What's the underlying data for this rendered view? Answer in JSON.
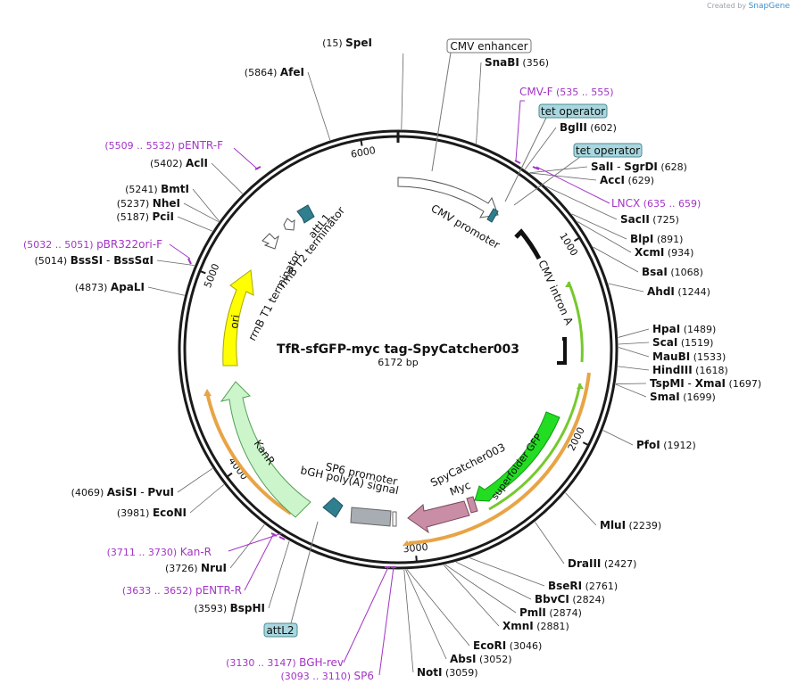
{
  "credit": {
    "prefix": "Created by",
    "brand": "SnapGene"
  },
  "map": {
    "title": "TfR-sfGFP-myc tag-SpyCatcher003",
    "length_label": "6172 bp",
    "total_bp": 6172
  },
  "ticks": [
    {
      "pos": 1000,
      "label": "1000"
    },
    {
      "pos": 2000,
      "label": "2000"
    },
    {
      "pos": 3000,
      "label": "3000"
    },
    {
      "pos": 4000,
      "label": "4000"
    },
    {
      "pos": 5000,
      "label": "5000"
    },
    {
      "pos": 6000,
      "label": "6000"
    }
  ],
  "sites": [
    {
      "name": "SpeI",
      "pos": 15,
      "pos_label": "(15)",
      "side": "right-top"
    },
    {
      "name": "SnaBI",
      "pos": 356,
      "pos_label": "(356)"
    },
    {
      "name": "BglII",
      "pos": 602,
      "pos_label": "(602)"
    },
    {
      "name": "SalI",
      "name2": "SgrDI",
      "pos": 628,
      "pos_label": "(628)"
    },
    {
      "name": "AccI",
      "pos": 629,
      "pos_label": "(629)"
    },
    {
      "name": "SacII",
      "pos": 725,
      "pos_label": "(725)"
    },
    {
      "name": "BlpI",
      "pos": 891,
      "pos_label": "(891)"
    },
    {
      "name": "XcmI",
      "pos": 934,
      "pos_label": "(934)"
    },
    {
      "name": "BsaI",
      "pos": 1068,
      "pos_label": "(1068)"
    },
    {
      "name": "AhdI",
      "pos": 1244,
      "pos_label": "(1244)"
    },
    {
      "name": "HpaI",
      "pos": 1489,
      "pos_label": "(1489)"
    },
    {
      "name": "ScaI",
      "pos": 1519,
      "pos_label": "(1519)"
    },
    {
      "name": "MauBI",
      "pos": 1533,
      "pos_label": "(1533)"
    },
    {
      "name": "HindIII",
      "pos": 1618,
      "pos_label": "(1618)"
    },
    {
      "name": "TspMI",
      "name2": "XmaI",
      "pos": 1697,
      "pos_label": "(1697)"
    },
    {
      "name": "SmaI",
      "pos": 1699,
      "pos_label": "(1699)"
    },
    {
      "name": "PfoI",
      "pos": 1912,
      "pos_label": "(1912)"
    },
    {
      "name": "MluI",
      "pos": 2239,
      "pos_label": "(2239)"
    },
    {
      "name": "DraIII",
      "pos": 2427,
      "pos_label": "(2427)"
    },
    {
      "name": "BseRI",
      "pos": 2761,
      "pos_label": "(2761)"
    },
    {
      "name": "BbvCI",
      "pos": 2824,
      "pos_label": "(2824)"
    },
    {
      "name": "PmlI",
      "pos": 2874,
      "pos_label": "(2874)"
    },
    {
      "name": "XmnI",
      "pos": 2881,
      "pos_label": "(2881)"
    },
    {
      "name": "EcoRI",
      "pos": 3046,
      "pos_label": "(3046)"
    },
    {
      "name": "AbsI",
      "pos": 3052,
      "pos_label": "(3052)"
    },
    {
      "name": "NotI",
      "pos": 3059,
      "pos_label": "(3059)"
    },
    {
      "name": "BspHI",
      "pos": 3593,
      "pos_label": "(3593)"
    },
    {
      "name": "NruI",
      "pos": 3726,
      "pos_label": "(3726)"
    },
    {
      "name": "EcoNI",
      "pos": 3981,
      "pos_label": "(3981)"
    },
    {
      "name": "AsiSI",
      "name2": "PvuI",
      "pos": 4069,
      "pos_label": "(4069)"
    },
    {
      "name": "ApaLI",
      "pos": 4873,
      "pos_label": "(4873)"
    },
    {
      "name": "BssSI",
      "name2": "BssSαI",
      "pos": 5014,
      "pos_label": "(5014)"
    },
    {
      "name": "PciI",
      "pos": 5187,
      "pos_label": "(5187)"
    },
    {
      "name": "NheI",
      "pos": 5237,
      "pos_label": "(5237)"
    },
    {
      "name": "BmtI",
      "pos": 5241,
      "pos_label": "(5241)"
    },
    {
      "name": "AclI",
      "pos": 5402,
      "pos_label": "(5402)"
    },
    {
      "name": "AfeI",
      "pos": 5864,
      "pos_label": "(5864)"
    }
  ],
  "primers": [
    {
      "name": "CMV-F",
      "range": "(535 .. 555)",
      "pos": 545
    },
    {
      "name": "LNCX",
      "range": "(635 .. 659)",
      "pos": 647
    },
    {
      "name": "BGH-rev",
      "range": "(3130 .. 3147)",
      "pos": 3138
    },
    {
      "name": "SP6",
      "range": "(3093 .. 3110)",
      "pos": 3101
    },
    {
      "name": "pENTR-R",
      "range": "(3633 .. 3652)",
      "pos": 3642
    },
    {
      "name": "Kan-R",
      "range": "(3711 .. 3730)",
      "pos": 3720
    },
    {
      "name": "pBR322ori-F",
      "range": "(5032 .. 5051)",
      "pos": 5041
    },
    {
      "name": "pENTR-F",
      "range": "(5509 .. 5532)",
      "pos": 5520
    }
  ],
  "boxed_labels": {
    "cmv_enhancer": "CMV enhancer",
    "tet_operator_1": "tet operator",
    "tet_operator_2": "tet operator",
    "attL2": "attL2"
  },
  "feature_labels": {
    "cmv_promoter": "CMV promoter",
    "cmv_intron": "CMV intron A",
    "sfgfp": "superfolder GFP",
    "spycatcher": "SpyCatcher003",
    "myc": "Myc",
    "sp6": "SP6 promoter",
    "bgh": "bGH poly(A) signal",
    "kanr": "KanR",
    "ori": "ori",
    "rrnb_t1": "rrnB T1 terminator",
    "rrnb_t2": "rrnB T2 terminator",
    "attL1": "attL1"
  },
  "colors": {
    "backbone": "#1a1a1a",
    "primer": "#a334c6",
    "enzyme": "#111111",
    "gfp": "#22dd22",
    "ori": "#ffff00",
    "kanr": "#ccf5cc",
    "spy": "#c98ea5",
    "teal": "#2f7f8f",
    "boxed": "#a9d7df",
    "orf_ring": "#e8a445",
    "intron_green": "#75c92d"
  }
}
